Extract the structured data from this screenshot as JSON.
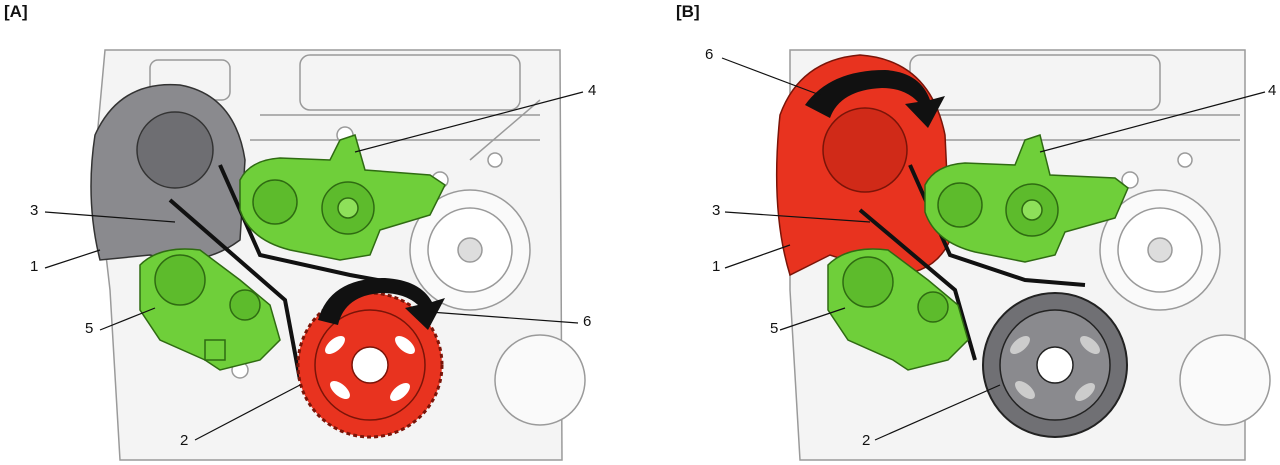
{
  "panels": [
    {
      "label": "[A]",
      "callouts": [
        "1",
        "2",
        "3",
        "4",
        "5",
        "6"
      ]
    },
    {
      "label": "[B]",
      "callouts": [
        "1",
        "2",
        "3",
        "4",
        "5",
        "6"
      ]
    }
  ],
  "colors": {
    "highlight_red": "#e8331f",
    "tensioner_green": "#6fcf3a",
    "cover_gray": "#8a8a8e",
    "arrow_black": "#111111",
    "engine_line": "#9a9a9a"
  }
}
